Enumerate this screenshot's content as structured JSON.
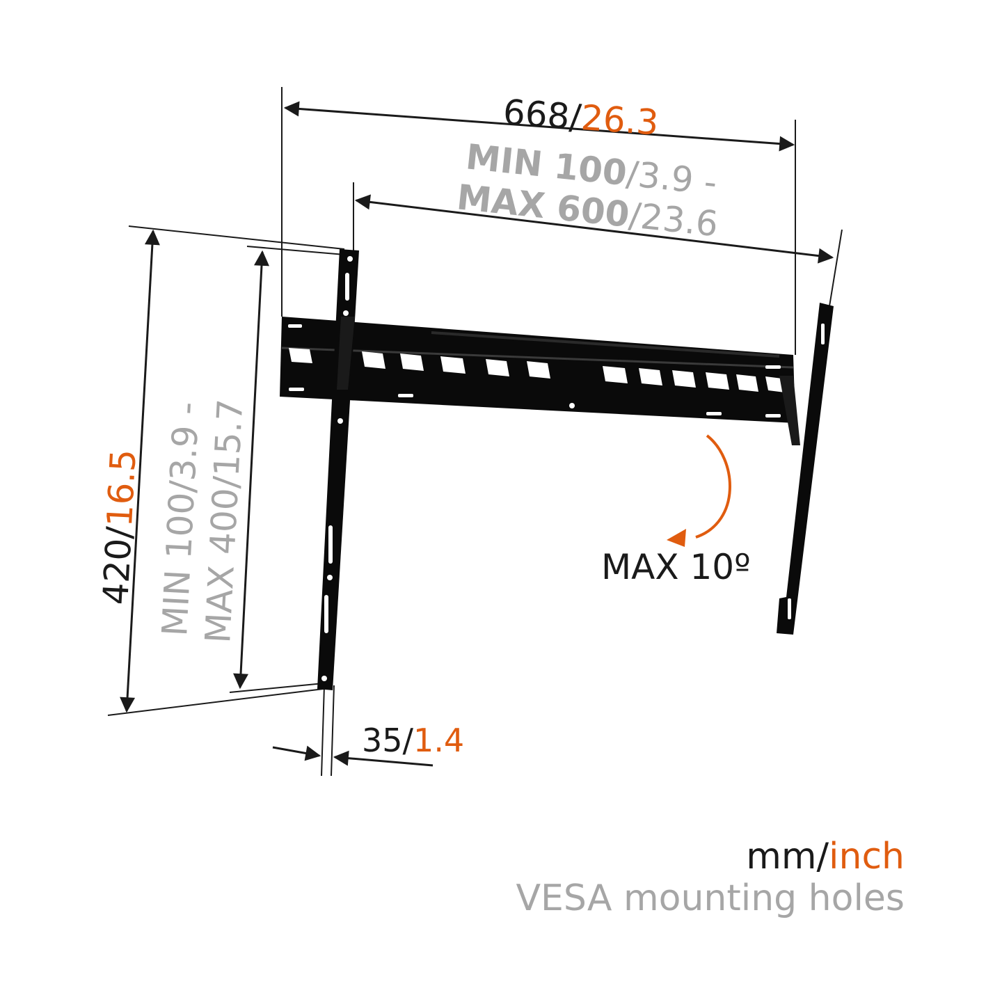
{
  "colors": {
    "primary": "#1a1a1a",
    "secondary": "#a6a6a6",
    "accent": "#e05c0f",
    "bracket": "#0a0a0a"
  },
  "dimensions": {
    "width_total": {
      "mm": "668",
      "sep": "/",
      "inch": "26.3"
    },
    "vesa_horizontal": {
      "line1_mm": "MIN 100",
      "line1_sep": "/",
      "line1_inch": "3.9 -",
      "line2_mm": "MAX 600",
      "line2_sep": "/",
      "line2_inch": "23.6"
    },
    "height_total": {
      "mm": "420",
      "sep": "/",
      "inch": "16.5"
    },
    "vesa_vertical": {
      "line1": "MIN 100/3.9 -",
      "line2": "MAX 400/15.7"
    },
    "depth": {
      "mm": "35",
      "sep": "/",
      "inch": "1.4"
    },
    "tilt": {
      "label": "MAX 10º"
    }
  },
  "legend": {
    "unit_mm": "mm",
    "unit_sep": "/",
    "unit_inch": "inch",
    "vesa_note": "VESA mounting holes"
  }
}
